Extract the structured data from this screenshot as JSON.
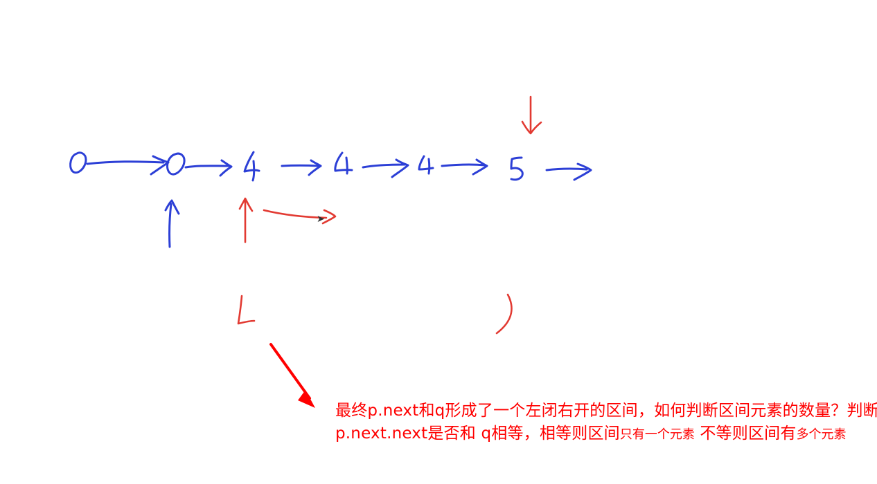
{
  "colors": {
    "blue": "#2c3fd6",
    "red": "#e23a32",
    "note": "#ff0000",
    "background": "#ffffff"
  },
  "diagram": {
    "nodes": [
      "0",
      "0",
      "4",
      "4",
      "4",
      "5"
    ],
    "pointer_labels": [
      "l",
      ")"
    ]
  },
  "annotation": {
    "text_main": "最终p.next和q形成了一个左闭右开的区间，如何判断区间元素的数量？判断p.next.next是否和 q相等，相等则区间",
    "text_small_1": "只有一个元素",
    "text_mid": " 不等则区间有",
    "text_small_2": "多个元素"
  }
}
